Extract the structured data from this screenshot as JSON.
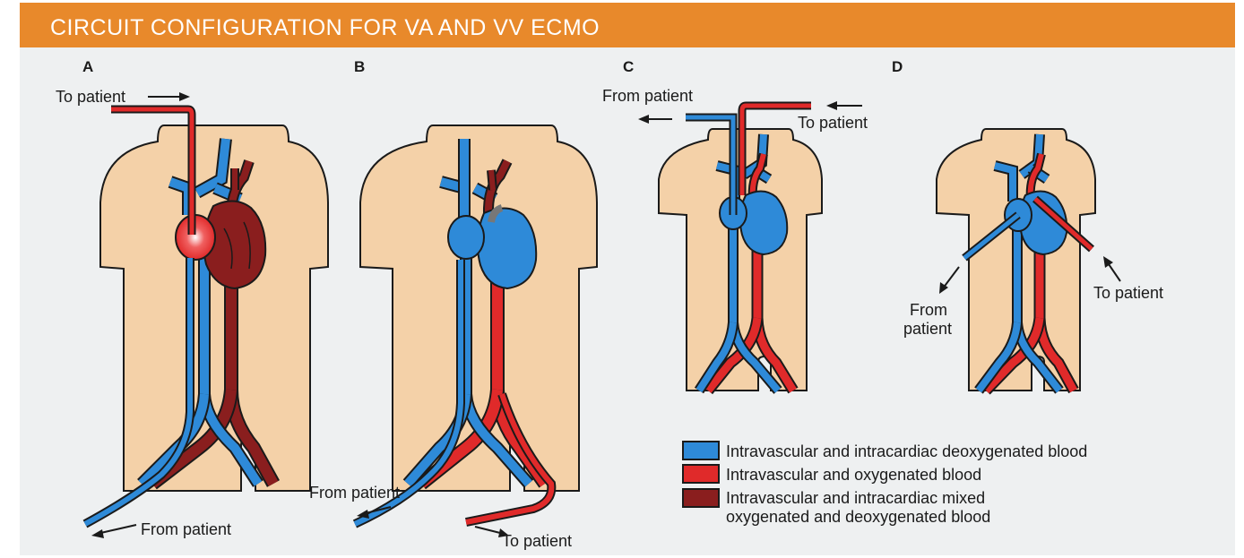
{
  "header": {
    "title": "CIRCUIT CONFIGURATION FOR VA AND VV ECMO"
  },
  "colors": {
    "header_bg": "#e8892b",
    "background": "#eef0f1",
    "skin": "#f4d1a8",
    "deoxygenated": "#2e8ad8",
    "oxygenated": "#e02a2a",
    "mixed": "#8a1e1e"
  },
  "panels": [
    {
      "letter": "A",
      "labels": [
        "To patient",
        "From patient"
      ]
    },
    {
      "letter": "B",
      "labels": [
        "From patient",
        "To patient"
      ]
    },
    {
      "letter": "C",
      "labels": [
        "From patient",
        "To patient"
      ]
    },
    {
      "letter": "D",
      "labels": [
        "From",
        "patient",
        "To patient"
      ]
    }
  ],
  "legend": [
    {
      "color": "#2e8ad8",
      "text": "Intravascular and intracardiac deoxygenated blood"
    },
    {
      "color": "#e02a2a",
      "text": "Intravascular and oxygenated blood"
    },
    {
      "color": "#8a1e1e",
      "text": "Intravascular and intracardiac mixed",
      "text2": "oxygenated and deoxygenated blood"
    }
  ]
}
